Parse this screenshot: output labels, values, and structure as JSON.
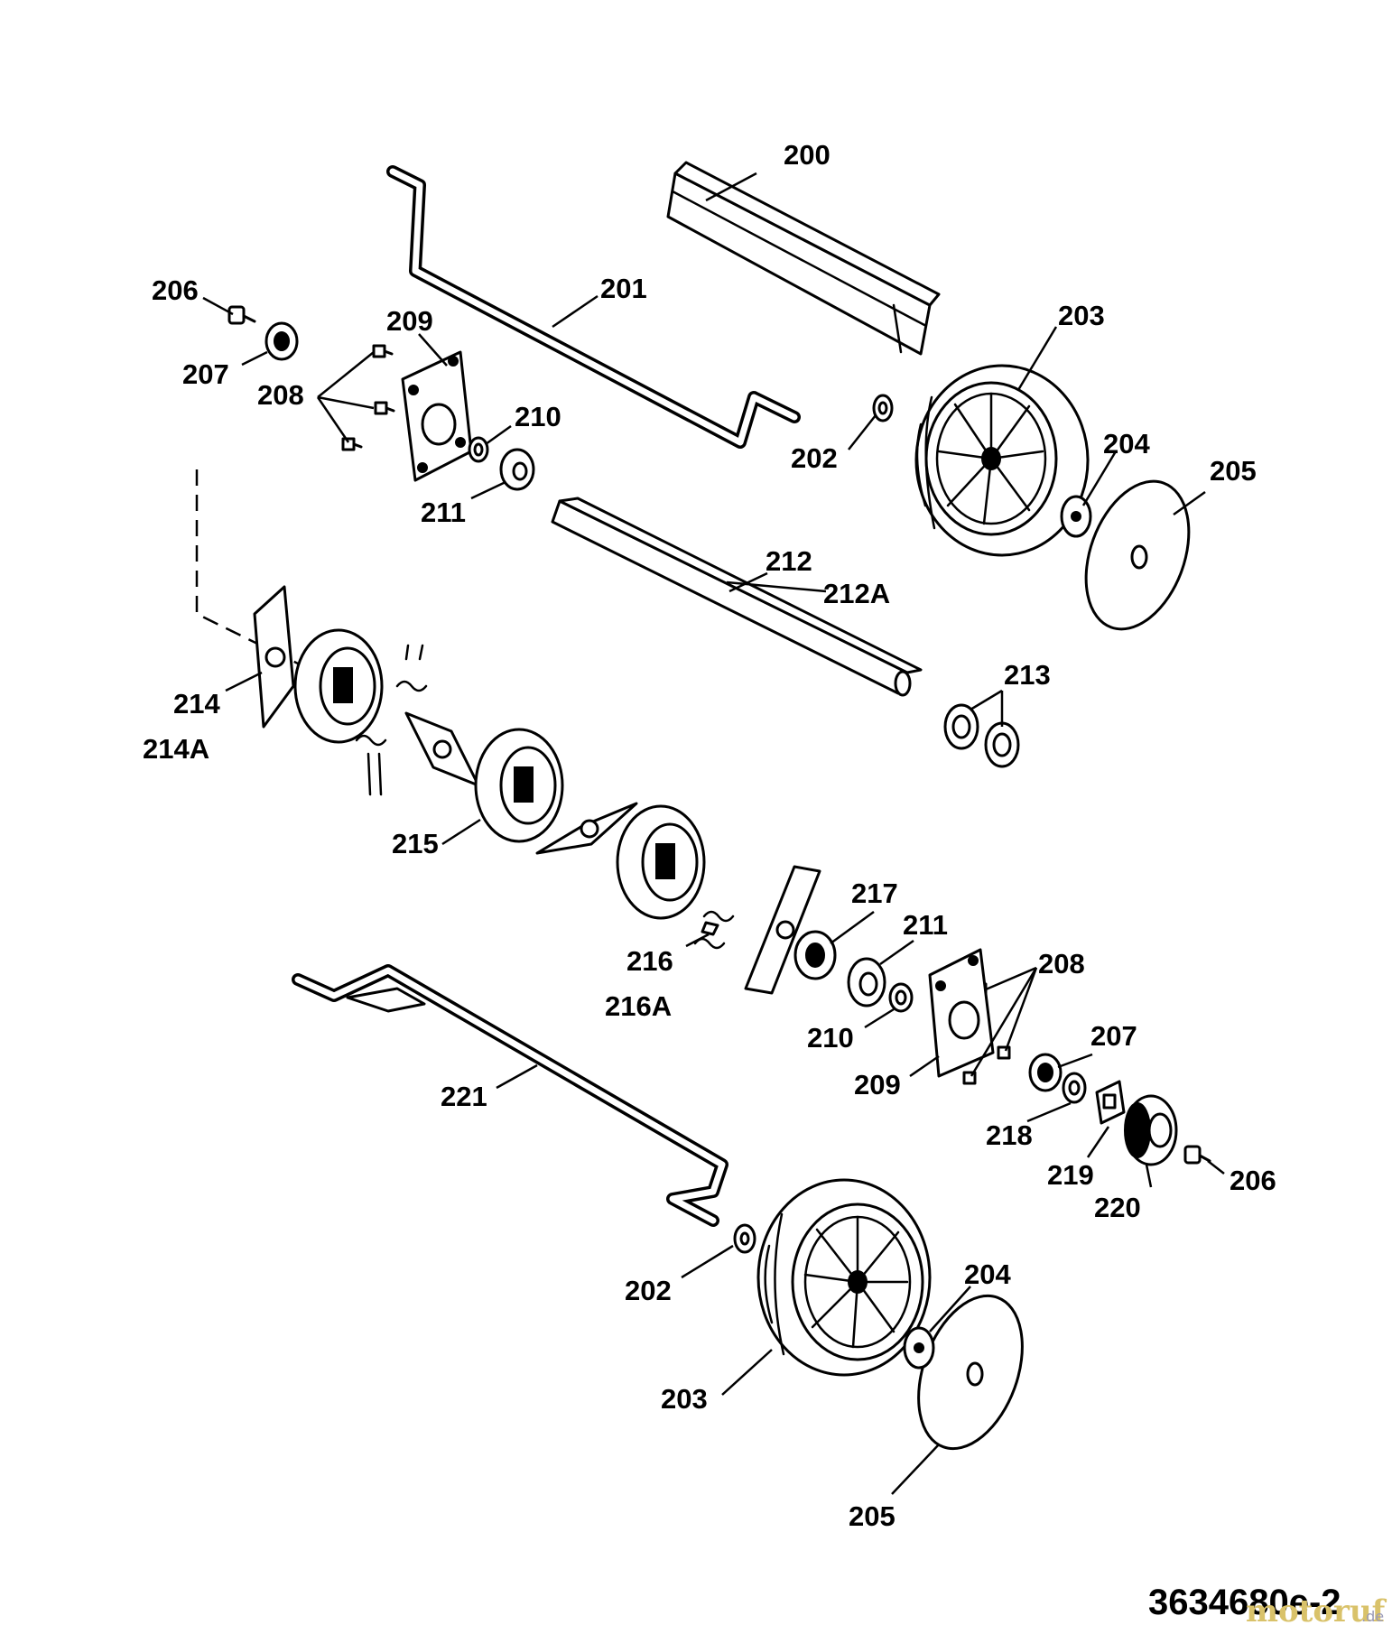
{
  "drawing_code": "3634680e-2",
  "watermark": {
    "brand": "motoruf",
    "tld": ".de"
  },
  "labels": {
    "l200": "200",
    "l201": "201",
    "l202a": "202",
    "l202b": "202",
    "l203a": "203",
    "l203b": "203",
    "l204a": "204",
    "l204b": "204",
    "l205a": "205",
    "l205b": "205",
    "l206a": "206",
    "l206b": "206",
    "l207a": "207",
    "l207b": "207",
    "l208a": "208",
    "l208b": "208",
    "l209a": "209",
    "l209b": "209",
    "l210a": "210",
    "l210b": "210",
    "l211a": "211",
    "l211b": "211",
    "l212": "212",
    "l212A": "212A",
    "l213": "213",
    "l214": "214",
    "l214A": "214A",
    "l215": "215",
    "l216": "216",
    "l216A": "216A",
    "l217": "217",
    "l218": "218",
    "l219": "219",
    "l220": "220",
    "l221": "221"
  }
}
